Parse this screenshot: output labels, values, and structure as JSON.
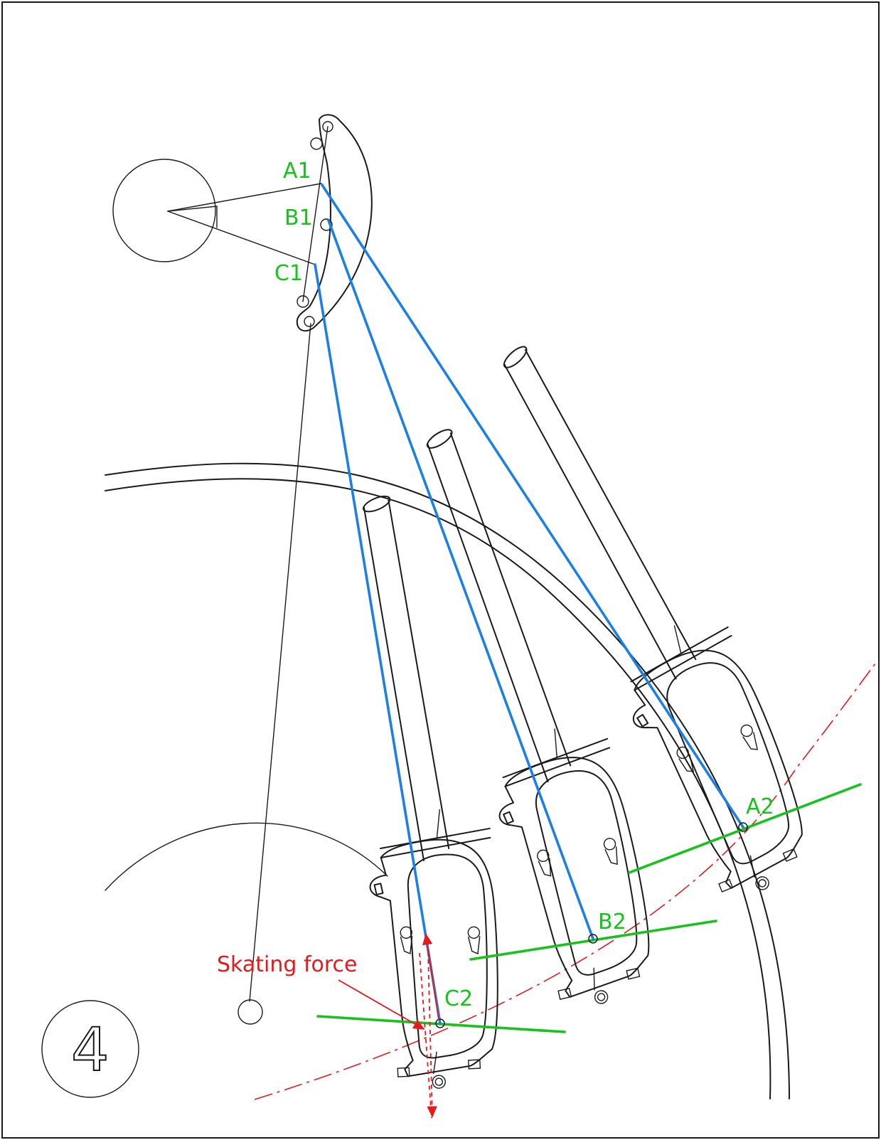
{
  "figure": {
    "number": "4",
    "labels": {
      "A1": "A1",
      "B1": "B1",
      "C1": "C1",
      "A2": "A2",
      "B2": "B2",
      "C2": "C2",
      "skating_force": "Skating force"
    }
  },
  "colors": {
    "lines_of_action": "#1a7fe6",
    "labels_and_tangents": "#18c21c",
    "force_and_arc": "#e8191c",
    "ink": "#1a1a1a"
  }
}
